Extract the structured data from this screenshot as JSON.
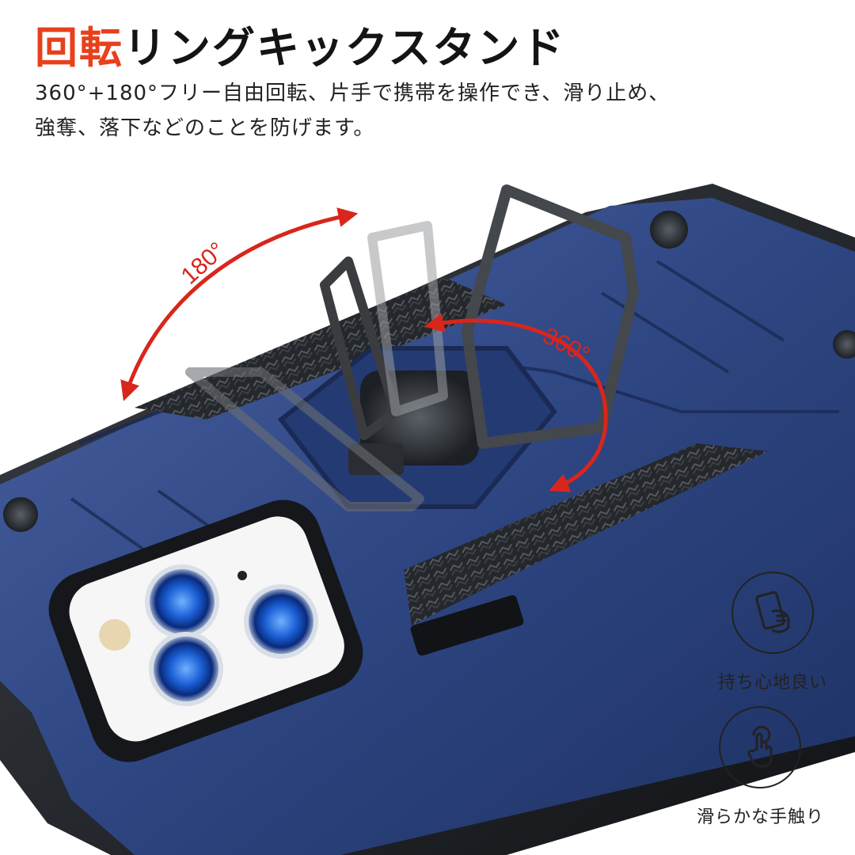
{
  "heading": {
    "accent": "回転",
    "rest": "リングキックスタンド"
  },
  "description": {
    "line1": "360°+180°フリー自由回転、片手で携帯を操作でき、滑り止め、",
    "line2": "強奪、落下などのことを防げます。"
  },
  "rotation_labels": {
    "label_180": "180°",
    "label_360": "360°"
  },
  "features": [
    {
      "label": "持ち心地良い",
      "icon": "hand-holding-phone-icon"
    },
    {
      "label": "滑らかな手触り",
      "icon": "finger-touch-icon"
    }
  ],
  "colors": {
    "accent": "#e8401c",
    "arrow_red": "#d8261d",
    "case_blue": "#2f4a86",
    "case_black": "#1f2226"
  }
}
